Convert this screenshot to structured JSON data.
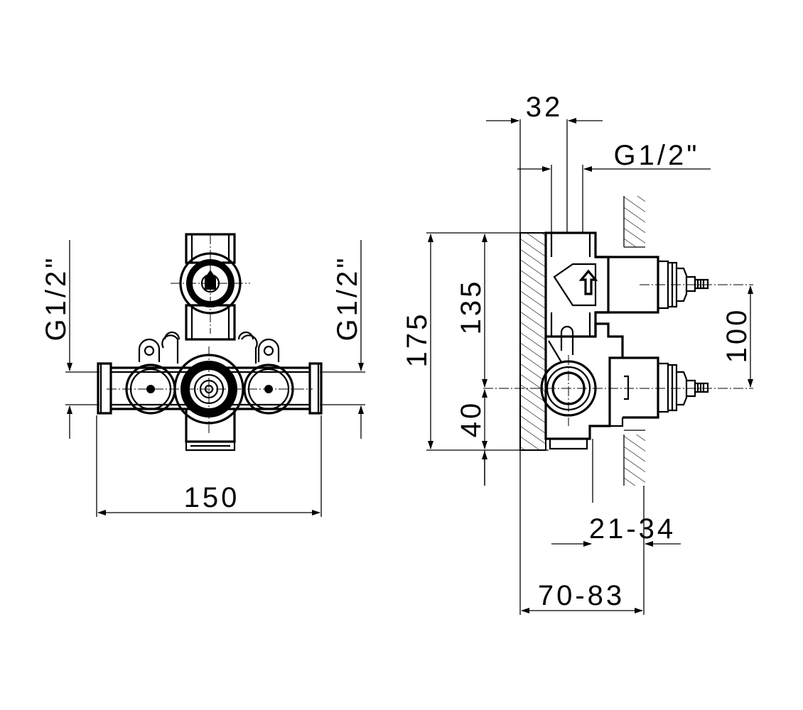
{
  "dimensions": {
    "front_width": "150",
    "front_left_thread": "G1/2\"",
    "front_right_thread": "G1/2\"",
    "side_top_spacing": "32",
    "side_top_thread": "G1/2\"",
    "side_total_height": "175",
    "side_upper_height": "135",
    "side_lower_height": "40",
    "side_outlet_spacing": "100",
    "side_cover_depth": "21-34",
    "side_total_depth": "70-83"
  },
  "colors": {
    "line": "#000000",
    "background": "#ffffff"
  }
}
